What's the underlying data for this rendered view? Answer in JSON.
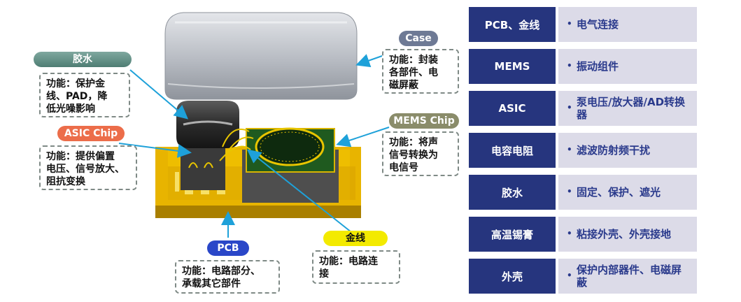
{
  "diagram": {
    "callouts": {
      "glue": {
        "title": "胶水",
        "note": [
          "功能：保护金",
          "线、PAD，降",
          "低光噪影响"
        ]
      },
      "asic": {
        "title": "ASIC Chip",
        "note": [
          "功能：提供偏置",
          "电压、信号放大、",
          "阻抗变换"
        ]
      },
      "case": {
        "title": "Case",
        "note": [
          "功能：封装",
          "各部件、电",
          "磁屏蔽"
        ]
      },
      "mems": {
        "title": "MEMS Chip",
        "note": [
          "功能：将声",
          "信号转换为",
          "电信号"
        ]
      },
      "pcb": {
        "title": "PCB",
        "note": [
          "功能：电路部分、",
          "承载其它部件"
        ]
      },
      "wire": {
        "title": "金线",
        "note": [
          "功能：电路连",
          "接"
        ]
      }
    }
  },
  "table": {
    "rows": [
      {
        "key": "PCB、金线",
        "value": "电气连接"
      },
      {
        "key": "MEMS",
        "value": "振动组件"
      },
      {
        "key": "ASIC",
        "value": "泵电压/放大器/AD转换器"
      },
      {
        "key": "电容电阻",
        "value": "滤波防射频干扰"
      },
      {
        "key": "胶水",
        "value": "固定、保护、遮光"
      },
      {
        "key": "高温锡膏",
        "value": "粘接外壳、外壳接地"
      },
      {
        "key": "外壳",
        "value": "保护内部器件、电磁屏蔽"
      }
    ]
  },
  "colors": {
    "header_bg": "#26357e",
    "value_bg": "#dcdbe8",
    "value_text": "#2a3a8c",
    "arrow": "#1ea1d9",
    "pcb_yellow": "#e8b400",
    "glue_pill": "#5f8f84",
    "asic_pill": "#ec6d4a",
    "case_pill": "#6e7a95",
    "mems_pill": "#8a8c6a",
    "pcb_pill": "#2a47c8",
    "wire_pill": "#f3ea00"
  }
}
